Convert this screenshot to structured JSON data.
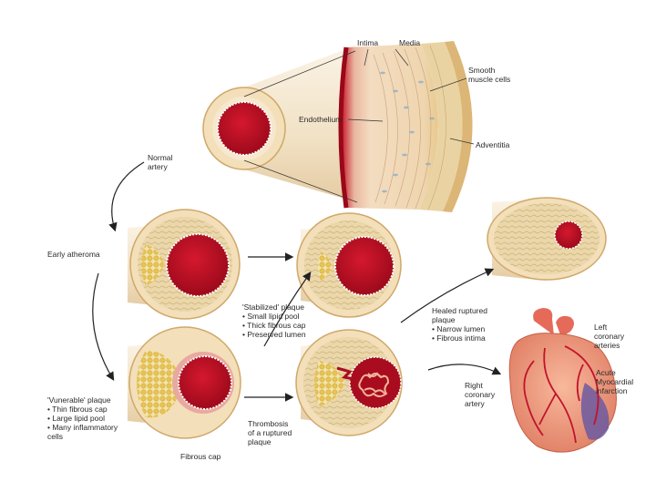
{
  "colors": {
    "lumen": "#b80d22",
    "lumen_dark": "#8a0716",
    "vessel_wall": "#f3e3c6",
    "plaque_fiber": "#e3cc98",
    "lipid": "#e8c860",
    "heart": "#f1a184",
    "infarct": "#6b5aa0",
    "coronary": "#c0142a"
  },
  "icons": {
    "normal_artery": "artery-cross-section",
    "wall_detail": "arterial-wall-layers",
    "heart": "heart-illustration",
    "arrows": "curved-arrow"
  },
  "labels": {
    "intima": "Intima",
    "media": "Media",
    "smooth_muscle": [
      "Smooth",
      "muscle cells"
    ],
    "endothelium": "Endothelium",
    "adventitia": "Adventitia",
    "normal_artery": [
      "Normal",
      "artery"
    ],
    "early_atheroma": "Early atheroma",
    "stabilized": [
      "'Stabilized' plaque",
      "• Small lipid pool",
      "• Thick fibrous cap",
      "• Preserved lumen"
    ],
    "healed": [
      "Healed ruptured",
      "plaque",
      "• Narrow lumen",
      "• Fibrous intima"
    ],
    "vulnerable": [
      "'Vunerable' plaque",
      "• Thin fibrous cap",
      "• Large lipid pool",
      "• Many inflammatory",
      "  cells"
    ],
    "fibrous_cap": "Fibrous cap",
    "thrombosis": [
      "Thrombosis",
      "of a ruptured",
      "plaque"
    ],
    "left_coronary": [
      "Left",
      "coronary",
      "arteries"
    ],
    "right_coronary": [
      "Right",
      "coronary",
      "artery"
    ],
    "acute_mi": [
      "Acute",
      "Myocardial",
      "infarction"
    ]
  }
}
